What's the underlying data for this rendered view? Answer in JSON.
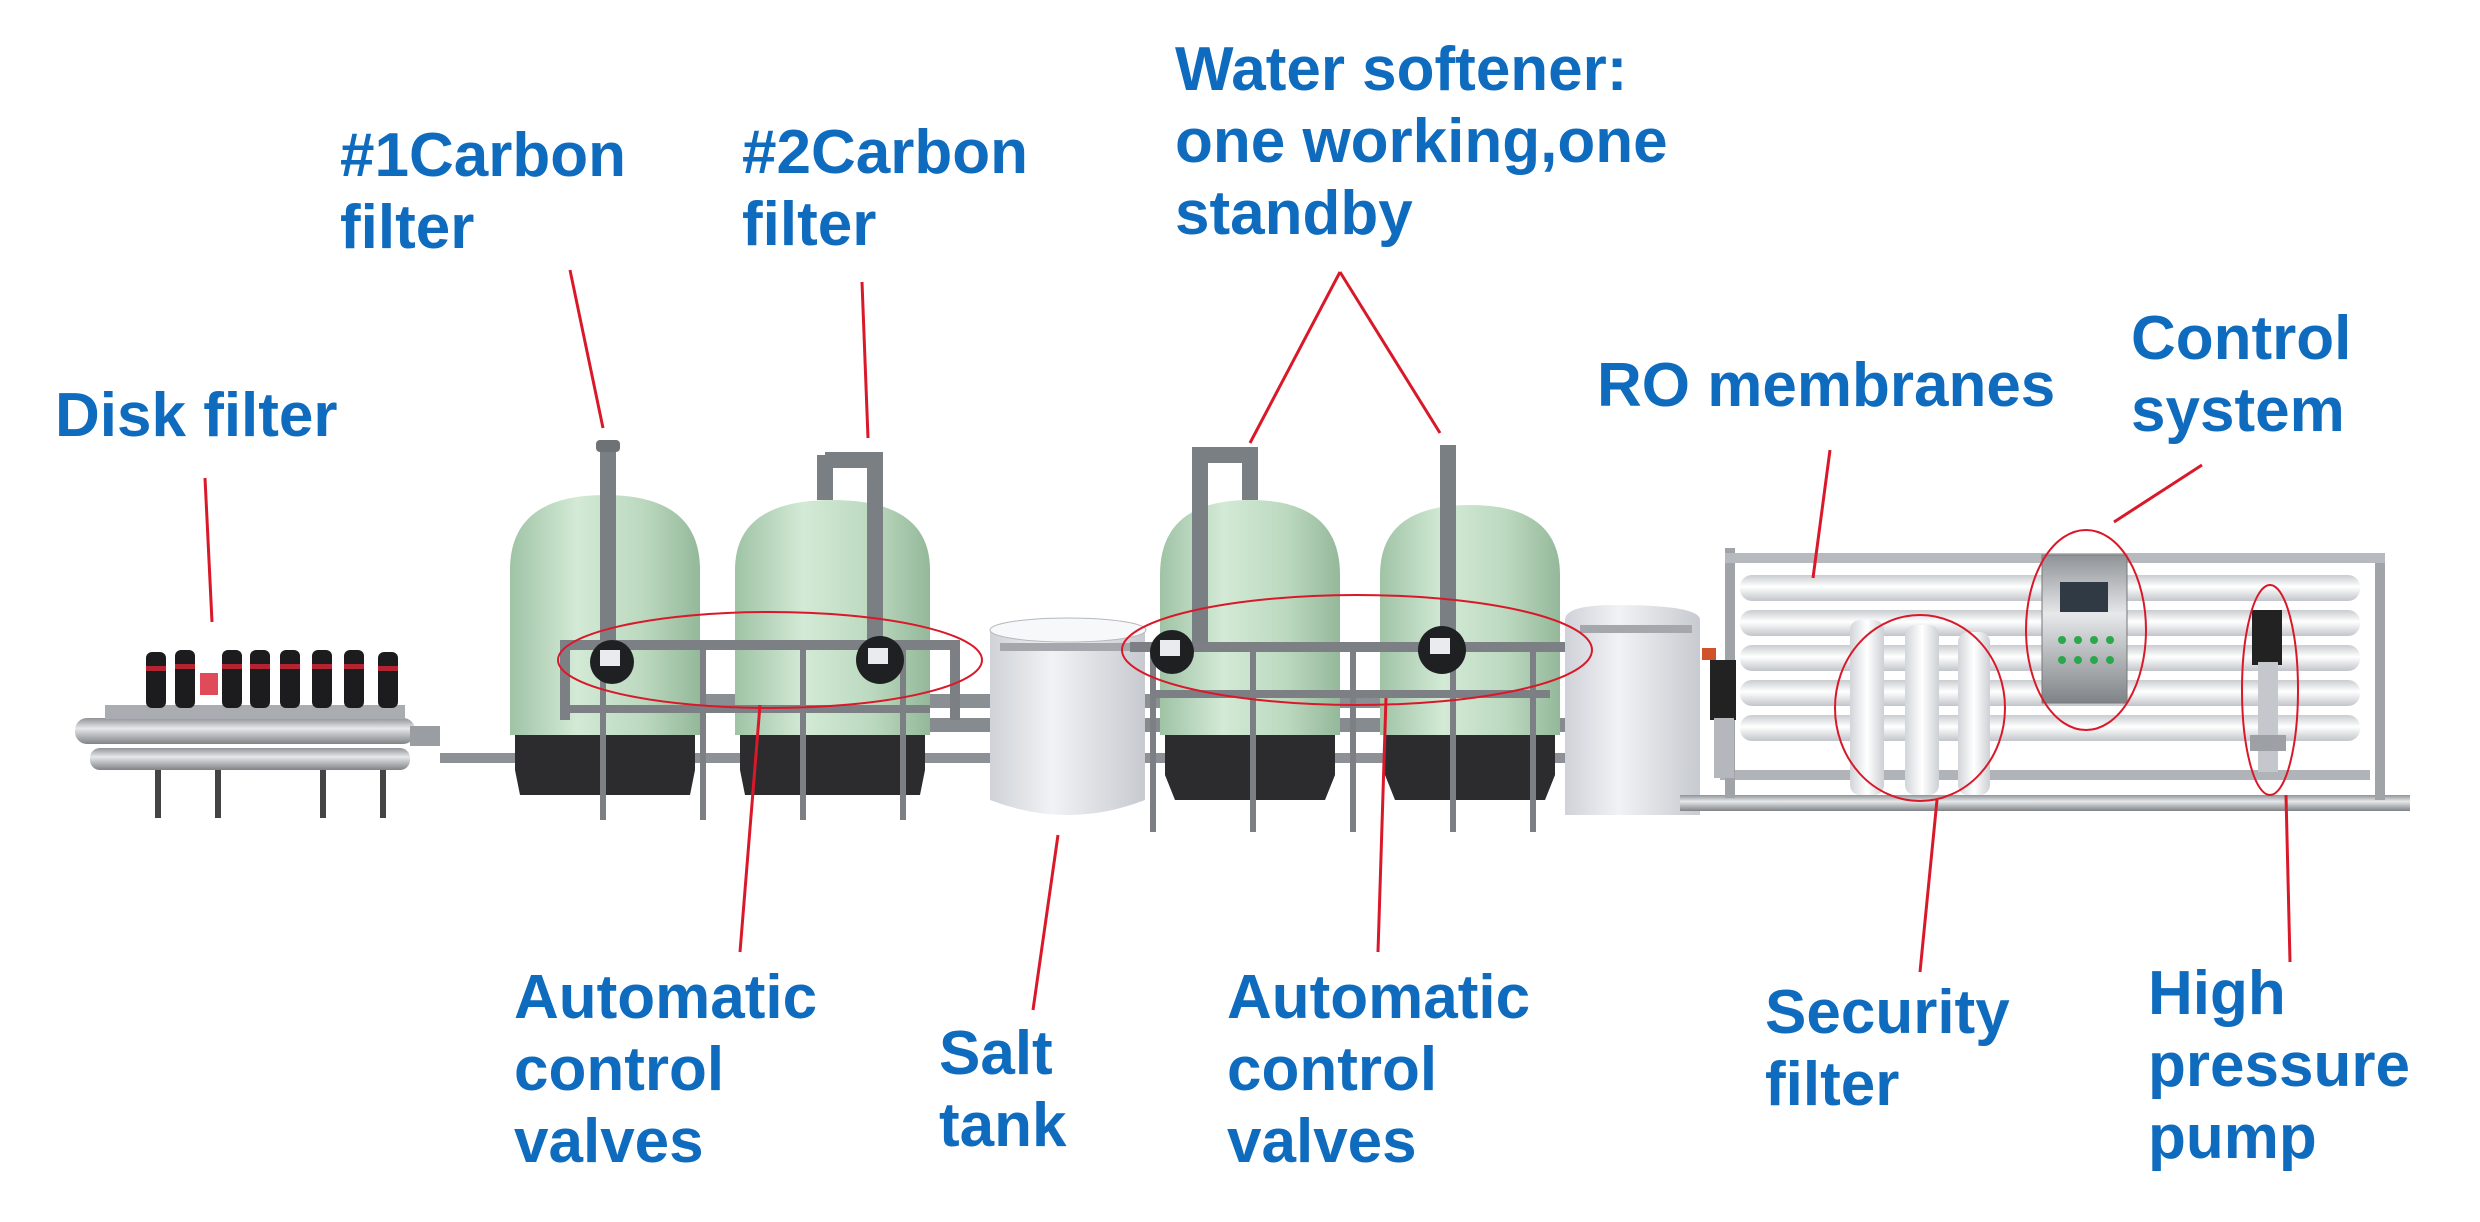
{
  "colors": {
    "label": "#0e6bbd",
    "leader_line": "#d9192a",
    "tank_fiberglass": "#bcd9bf",
    "salt_tank": "#e3e5ea",
    "stainless": "#b9bcc0",
    "pvc_pipe": "#7d8287",
    "membrane_housing": "#eef0f2"
  },
  "labels": {
    "disk_filter": "Disk filter",
    "carbon_filter_1": "#1Carbon\nfilter",
    "carbon_filter_2": "#2Carbon\nfilter",
    "water_softener": "Water softener:\none working,one\nstandby",
    "ro_membranes": "RO membranes",
    "control_system": "Control\nsystem",
    "auto_valves_1": "Automatic\ncontrol\nvalves",
    "salt_tank": "Salt\ntank",
    "auto_valves_2": "Automatic\ncontrol\nvalves",
    "security_filter": "Security\nfilter",
    "high_pressure_pump": "High\npressure\npump"
  }
}
